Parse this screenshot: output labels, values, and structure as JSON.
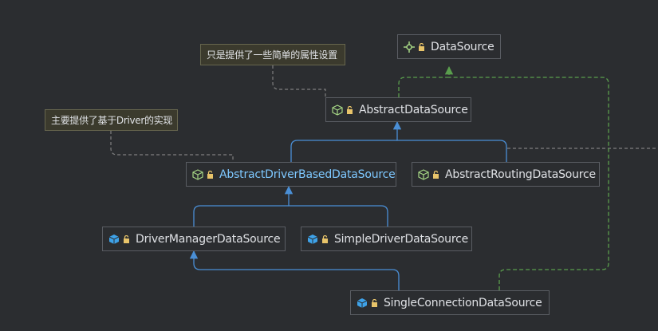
{
  "colors": {
    "background": "#2b2d30",
    "node_border": "#5a5d63",
    "node_text": "#dfe1e5",
    "selected_text": "#7ec8ff",
    "extends_arrow": "#4a8fd6",
    "implements_arrow": "#5a9e4d",
    "note_link": "#808080",
    "note_background": "#3b3a2d"
  },
  "notes": [
    {
      "id": "note-attrs",
      "text": "只是提供了一些简单的属性设置"
    },
    {
      "id": "note-driver",
      "text": "主要提供了基于Driver的实现"
    }
  ],
  "nodes": [
    {
      "id": "datasource",
      "label": "DataSource",
      "kind": "interface",
      "icon": "interface-icon"
    },
    {
      "id": "abstract-datasource",
      "label": "AbstractDataSource",
      "kind": "abstract-class",
      "icon": "abstract-class-icon"
    },
    {
      "id": "abstract-driver-based",
      "label": "AbstractDriverBasedDataSource",
      "kind": "abstract-class",
      "icon": "abstract-class-icon",
      "selected": true
    },
    {
      "id": "abstract-routing",
      "label": "AbstractRoutingDataSource",
      "kind": "abstract-class",
      "icon": "abstract-class-icon"
    },
    {
      "id": "driver-manager",
      "label": "DriverManagerDataSource",
      "kind": "class",
      "icon": "class-icon"
    },
    {
      "id": "simple-driver",
      "label": "SimpleDriverDataSource",
      "kind": "class",
      "icon": "class-icon"
    },
    {
      "id": "single-connection",
      "label": "SingleConnectionDataSource",
      "kind": "class",
      "icon": "class-icon"
    }
  ],
  "edges": [
    {
      "from": "abstract-datasource",
      "to": "datasource",
      "type": "implements"
    },
    {
      "from": "single-connection",
      "to": "datasource",
      "type": "implements"
    },
    {
      "from": "abstract-driver-based",
      "to": "abstract-datasource",
      "type": "extends"
    },
    {
      "from": "abstract-routing",
      "to": "abstract-datasource",
      "type": "extends"
    },
    {
      "from": "driver-manager",
      "to": "abstract-driver-based",
      "type": "extends"
    },
    {
      "from": "simple-driver",
      "to": "abstract-driver-based",
      "type": "extends"
    },
    {
      "from": "single-connection",
      "to": "driver-manager",
      "type": "extends"
    },
    {
      "from": "note-attrs",
      "to": "abstract-datasource",
      "type": "note-link"
    },
    {
      "from": "note-driver",
      "to": "abstract-driver-based",
      "type": "note-link"
    }
  ]
}
